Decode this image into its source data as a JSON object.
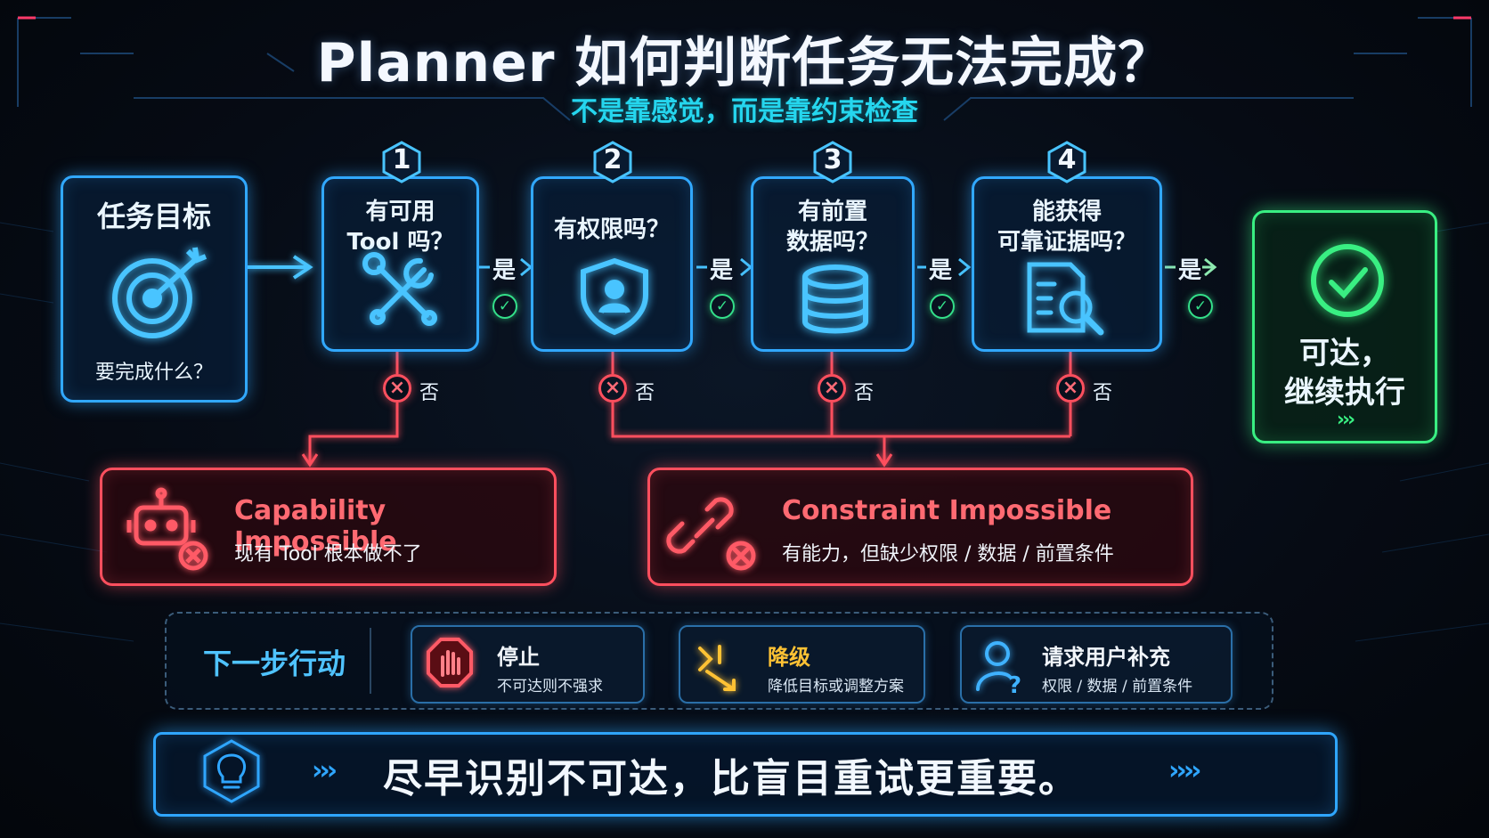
{
  "title": "Planner 如何判断任务无法完成？",
  "subtitle": "不是靠感觉，而是靠约束检查",
  "goal": {
    "title": "任务目标",
    "caption": "要完成什么？",
    "icon": "target-icon"
  },
  "steps": [
    {
      "number": "1",
      "label_line1": "有可用",
      "label_line2": "Tool 吗？",
      "icon": "tools-icon"
    },
    {
      "number": "2",
      "label_line1": "有权限吗？",
      "label_line2": "",
      "icon": "shield-user-icon"
    },
    {
      "number": "3",
      "label_line1": "有前置",
      "label_line2": "数据吗？",
      "icon": "database-icon"
    },
    {
      "number": "4",
      "label_line1": "能获得",
      "label_line2": "可靠证据吗？",
      "icon": "document-search-icon"
    }
  ],
  "yes_label": "是",
  "no_label": "否",
  "result": {
    "line1": "可达，",
    "line2": "继续执行",
    "icon": "check-circle-icon"
  },
  "outcomes": [
    {
      "title": "Capability Impossible",
      "desc": "现有 Tool 根本做不了",
      "icon": "robot-x-icon"
    },
    {
      "title": "Constraint Impossible",
      "desc": "有能力，但缺少权限 / 数据 / 前置条件",
      "icon": "broken-link-icon"
    }
  ],
  "next_actions": {
    "label": "下一步行动",
    "items": [
      {
        "title": "停止",
        "sub": "不可达则不强求",
        "icon": "stop-hand-icon",
        "color": "#ff5a66"
      },
      {
        "title": "降级",
        "sub": "降低目标或调整方案",
        "icon": "downgrade-arrows-icon",
        "color": "#ffc234"
      },
      {
        "title": "请求用户补充",
        "sub": "权限 / 数据 / 前置条件",
        "icon": "user-question-icon",
        "color": "#3fb2ff"
      }
    ]
  },
  "footer": {
    "text": "尽早识别不可达，比盲目重试更重要。",
    "icon": "lightbulb-icon"
  },
  "colors": {
    "blue": "#31a8ff",
    "green": "#39ef82",
    "red": "#ff4f5e",
    "cyan": "#25d6ee"
  }
}
